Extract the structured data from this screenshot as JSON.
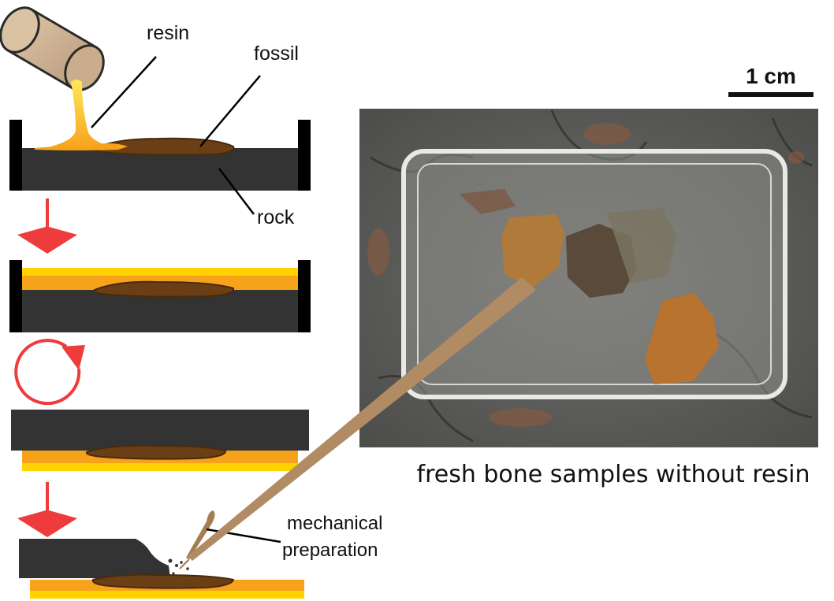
{
  "labels": {
    "resin": "resin",
    "fossil": "fossil",
    "rock": "rock",
    "mechanical_line1": "mechanical",
    "mechanical_line2": "preparation"
  },
  "photo": {
    "caption": "fresh bone samples without resin"
  },
  "scale_bar": {
    "label": "1 cm"
  },
  "colors": {
    "rock": "#333333",
    "resin_yellow": "#ffd200",
    "resin_orange": "#f7a21b",
    "fossil": "#6b3f16",
    "fossil_edge": "#4a2a0c",
    "arrow_red": "#ee3b3b",
    "tool": "#a67c52",
    "pointer": "#b08b64"
  }
}
